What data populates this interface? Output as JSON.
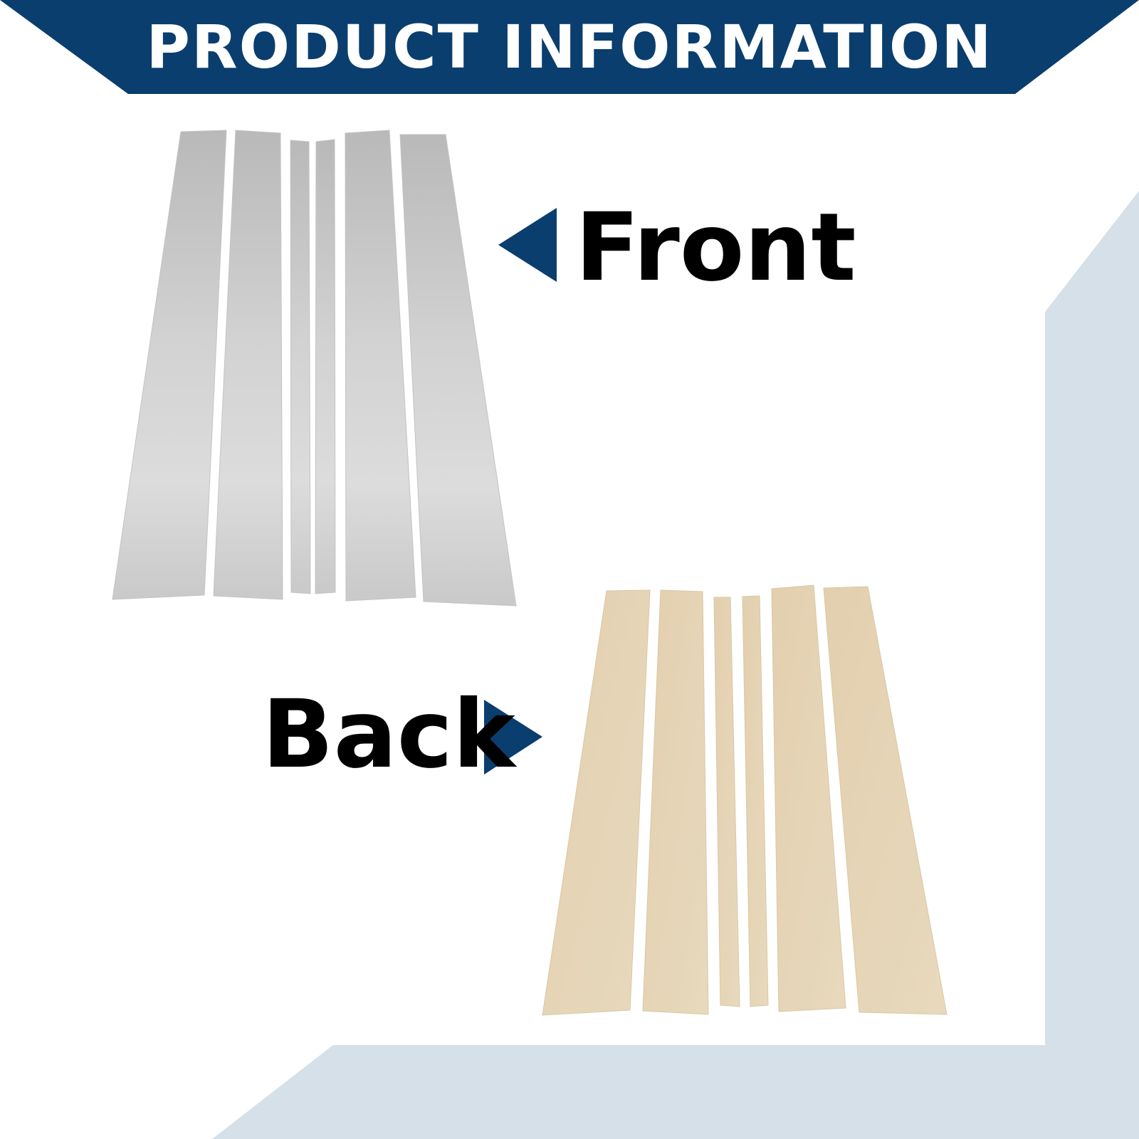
{
  "banner": {
    "title": "PRODUCT INFORMATION"
  },
  "labels": {
    "front": "Front",
    "back": "Back"
  },
  "colors": {
    "accent_navy": "#0a3e6e",
    "frame_light_blue": "#d6e0e8",
    "front_panel_silver_top": "#b9b9b9",
    "front_panel_silver_bottom": "#d9d9d9",
    "back_panel_tan": "#e6d6b8",
    "background": "#ffffff"
  },
  "icons": {
    "front_pointer": "triangle-left-icon",
    "back_pointer": "triangle-right-icon"
  }
}
